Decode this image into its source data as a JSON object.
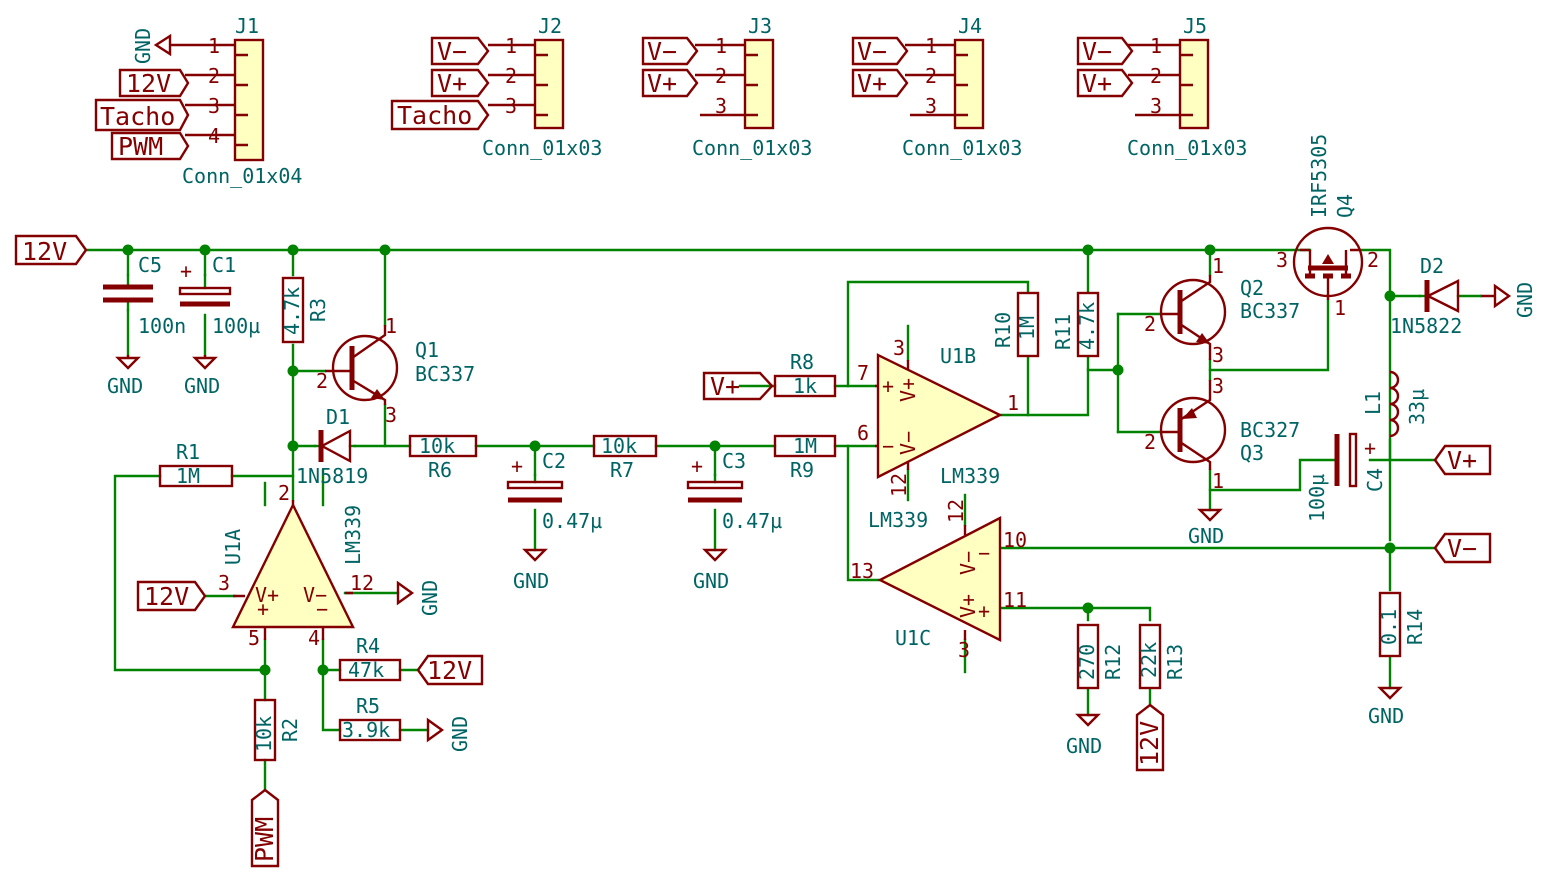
{
  "connectors": [
    {
      "ref": "J1",
      "value": "Conn_01x04",
      "pins": [
        "1",
        "2",
        "3",
        "4"
      ]
    },
    {
      "ref": "J2",
      "value": "Conn_01x03",
      "pins": [
        "1",
        "2",
        "3"
      ]
    },
    {
      "ref": "J3",
      "value": "Conn_01x03",
      "pins": [
        "1",
        "2",
        "3"
      ]
    },
    {
      "ref": "J4",
      "value": "Conn_01x03",
      "pins": [
        "1",
        "2",
        "3"
      ]
    },
    {
      "ref": "J5",
      "value": "Conn_01x03",
      "pins": [
        "1",
        "2",
        "3"
      ]
    }
  ],
  "nets": {
    "v12": "12V",
    "tacho": "Tacho",
    "pwm": "PWM",
    "vplus": "V+",
    "vminus": "V−",
    "gnd": "GND"
  },
  "resistors": {
    "R1": {
      "ref": "R1",
      "value": "1M"
    },
    "R2": {
      "ref": "R2",
      "value": "10k"
    },
    "R3": {
      "ref": "R3",
      "value": "4.7k"
    },
    "R4": {
      "ref": "R4",
      "value": "47k"
    },
    "R5": {
      "ref": "R5",
      "value": "3.9k"
    },
    "R6": {
      "ref": "R6",
      "value": "10k"
    },
    "R7": {
      "ref": "R7",
      "value": "10k"
    },
    "R8": {
      "ref": "R8",
      "value": "1k"
    },
    "R9": {
      "ref": "R9",
      "value": "1M"
    },
    "R10": {
      "ref": "R10",
      "value": "1M"
    },
    "R11": {
      "ref": "R11",
      "value": "4.7k"
    },
    "R12": {
      "ref": "R12",
      "value": "270"
    },
    "R13": {
      "ref": "R13",
      "value": "22k"
    },
    "R14": {
      "ref": "R14",
      "value": "0.1"
    }
  },
  "capacitors": {
    "C1": {
      "ref": "C1",
      "value": "100µ",
      "plus": "+"
    },
    "C2": {
      "ref": "C2",
      "value": "0.47µ",
      "plus": "+"
    },
    "C3": {
      "ref": "C3",
      "value": "0.47µ",
      "plus": "+"
    },
    "C4": {
      "ref": "C4",
      "value": "100µ",
      "plus": "+"
    },
    "C5": {
      "ref": "C5",
      "value": "100n"
    }
  },
  "diodes": {
    "D1": {
      "ref": "D1",
      "value": "1N5819"
    },
    "D2": {
      "ref": "D2",
      "value": "1N5822"
    }
  },
  "inductor": {
    "ref": "L1",
    "value": "33µ"
  },
  "transistors": {
    "Q1": {
      "ref": "Q1",
      "value": "BC337",
      "pins": [
        "1",
        "2",
        "3"
      ]
    },
    "Q2": {
      "ref": "Q2",
      "value": "BC337",
      "pins": [
        "1",
        "2",
        "3"
      ]
    },
    "Q3": {
      "ref": "Q3",
      "value": "BC327",
      "pins": [
        "1",
        "2",
        "3"
      ]
    },
    "Q4": {
      "ref": "Q4",
      "value": "IRF5305",
      "pins": [
        "1",
        "2",
        "3"
      ]
    }
  },
  "comparators": {
    "U1A": {
      "ref": "U1A",
      "value": "LM339",
      "pins": {
        "out": "2",
        "inp": "5",
        "inn": "4",
        "vp": "3",
        "vn": "12"
      },
      "vp_label": "V+",
      "vn_label": "V−",
      "plus": "+",
      "minus": "−"
    },
    "U1B": {
      "ref": "U1B",
      "value": "LM339",
      "pins": {
        "out": "1",
        "inp": "7",
        "inn": "6",
        "vp": "3",
        "vn": "12"
      },
      "vp_label": "V+",
      "vn_label": "V−",
      "plus": "+",
      "minus": "−"
    },
    "U1C": {
      "ref": "U1C",
      "value": "LM339",
      "pins": {
        "out": "13",
        "inp": "11",
        "inn": "10",
        "vp": "3",
        "vn": "12"
      },
      "vp_label": "V+",
      "vn_label": "V−",
      "plus": "+",
      "minus": "−"
    }
  }
}
